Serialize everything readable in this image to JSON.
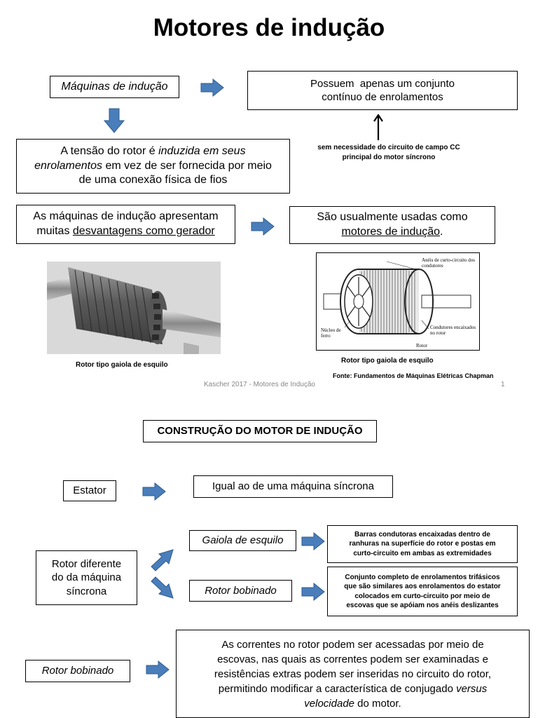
{
  "slide1": {
    "title": "Motores de indução",
    "maquinas_label": "Máquinas de indução",
    "possuem_line1": "Possuem  apenas um conjunto",
    "possuem_line2": "contínuo de enrolamentos",
    "sem_line1": "sem  necessidade do circuito de campo CC",
    "sem_line2": "principal do motor síncrono",
    "tensao_p1": "A tensão do rotor é ",
    "tensao_i1": "induzida em seus",
    "tensao_i2": "enrolamentos",
    "tensao_p2": " em vez de ser fornecida por meio",
    "tensao_p3": "de uma conexão física de fios",
    "desv_line1": "As máquinas de indução apresentam",
    "desv_pre": "muitas ",
    "desv_u": "desvantagens como gerador",
    "usadas_line1": "São usualmente usadas como",
    "usadas_u": "motores de indução",
    "usadas_end": ".",
    "diagram_label_aneis": "Anéis de curto-circuito dos condutores",
    "diagram_label_nucleo": "Núcleo de ferro",
    "diagram_label_condutores": "Condutores encaixados no rotor",
    "diagram_label_rotor": "Rotor",
    "caption_left": "Rotor tipo gaiola de esquilo",
    "caption_right": "Rotor tipo gaiola de esquilo",
    "fonte": "Fonte: Fundamentos de Máquinas Elétricas Chapman",
    "footer": "Kascher 2017 - Motores de Indução",
    "page_number": "1"
  },
  "slide2": {
    "title": "CONSTRUÇÃO DO MOTOR DE INDUÇÃO",
    "estator": "Estator",
    "igual": "Igual ao de uma máquina síncrona",
    "rotor_dif_1": "Rotor diferente",
    "rotor_dif_2": "do da máquina",
    "rotor_dif_3": "síncrona",
    "gaiola": "Gaiola de esquilo",
    "bobinado": "Rotor bobinado",
    "barras_1": "Barras condutoras encaixadas dentro de",
    "barras_2": "ranhuras na superfície do rotor e postas em",
    "barras_3": "curto-circuito em ambas as extremidades",
    "conj_1": "Conjunto completo de enrolamentos trifásicos",
    "conj_2": "que são similares aos enrolamentos do estator",
    "conj_3": "colocados em curto-circuito por meio de",
    "conj_4": "escovas que se apóiam nos anéis deslizantes",
    "bobinado2": "Rotor bobinado",
    "corr_1": "As correntes no rotor podem ser acessadas por meio de",
    "corr_2": "escovas, nas quais as correntes podem ser examinadas e",
    "corr_3": "resistências extras podem ser inseridas no circuito do rotor,",
    "corr_4": "permitindo modificar a característica de conjugado ",
    "corr_4i": "versus",
    "corr_5i": "velocidade",
    "corr_5": " do motor."
  },
  "colors": {
    "arrow_fill": "#4a7ebb",
    "arrow_stroke": "#2f5b8f"
  }
}
